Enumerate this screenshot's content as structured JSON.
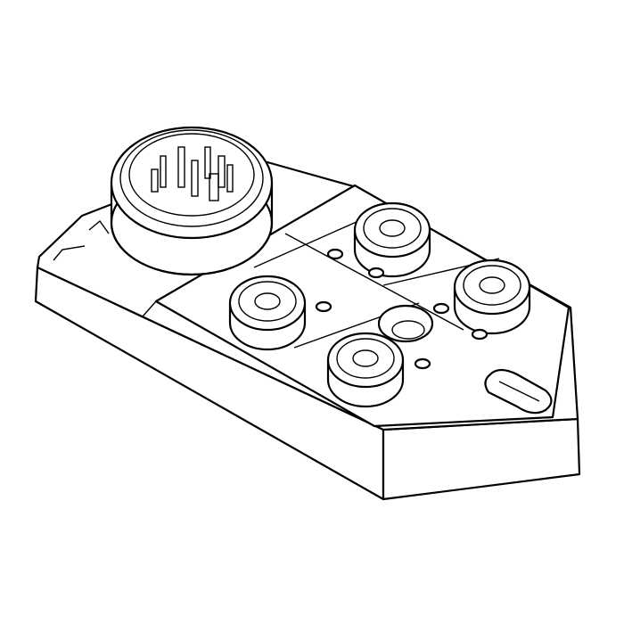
{
  "drawing": {
    "subject": "io-distribution-box",
    "line_color": "#000000",
    "background": "#ffffff",
    "ports": [
      {
        "id": "port-top"
      },
      {
        "id": "port-left"
      },
      {
        "id": "port-right"
      },
      {
        "id": "port-bottom"
      }
    ]
  }
}
